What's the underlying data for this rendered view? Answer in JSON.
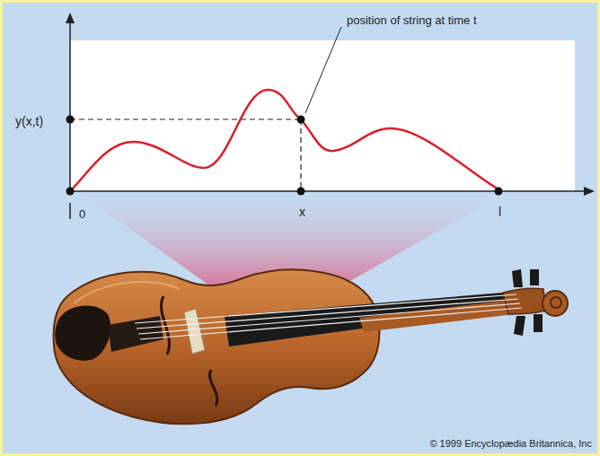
{
  "diagram": {
    "labels": [
      "position of string at time t",
      "y(x,t)",
      "0",
      "x",
      "l",
      "© 1999 Encyclopædia Britannica, Inc"
    ]
  }
}
